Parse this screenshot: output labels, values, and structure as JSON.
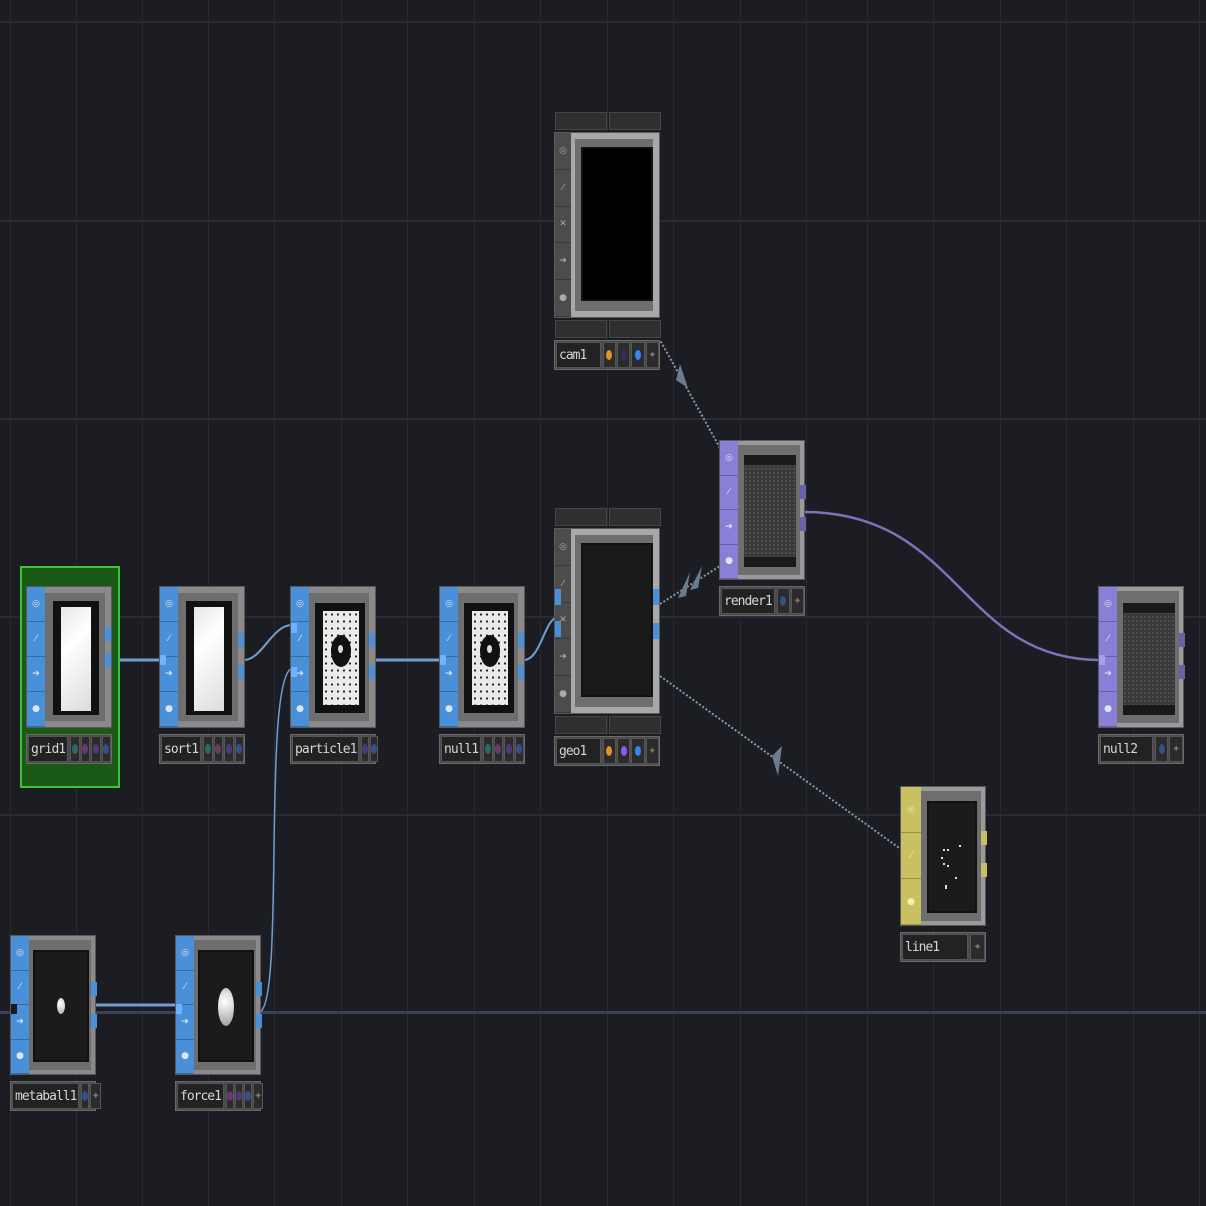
{
  "app": "TouchDesigner network editor",
  "colors": {
    "background": "#1c1d22",
    "grid": "#2a2b32",
    "sop_family": "#4a90d9",
    "top_family": "#8a7fd6",
    "chop_family": "#c9c062",
    "comp_family": "#8a8a8a",
    "selected_outline": "#2fb02f",
    "wire_sop": "#6f9fd0",
    "wire_top": "#7d72b8",
    "wire_reference": "#8090a0",
    "flag_orange": "#e0922a",
    "flag_purple": "#8a5cf0",
    "flag_blue": "#3a86f0"
  },
  "nodes": [
    {
      "id": "grid1",
      "label": "grid1",
      "family": "SOP",
      "selected": true,
      "preview": "white-plane"
    },
    {
      "id": "sort1",
      "label": "sort1",
      "family": "SOP",
      "selected": false,
      "preview": "white-plane"
    },
    {
      "id": "particle1",
      "label": "particle1",
      "family": "SOP",
      "selected": false,
      "preview": "noise-ring"
    },
    {
      "id": "null1",
      "label": "null1",
      "family": "SOP",
      "selected": false,
      "preview": "noise-ring"
    },
    {
      "id": "geo1",
      "label": "geo1",
      "family": "COMP",
      "selected": false,
      "preview": "dark"
    },
    {
      "id": "cam1",
      "label": "cam1",
      "family": "COMP",
      "selected": false,
      "preview": "black"
    },
    {
      "id": "render1",
      "label": "render1",
      "family": "TOP",
      "selected": false,
      "preview": "checker"
    },
    {
      "id": "null2",
      "label": "null2",
      "family": "TOP",
      "selected": false,
      "preview": "checker"
    },
    {
      "id": "line1",
      "label": "line1",
      "family": "CHOP",
      "selected": false,
      "preview": "dots"
    },
    {
      "id": "metaball1",
      "label": "metaball1",
      "family": "SOP",
      "selected": false,
      "preview": "small-sphere"
    },
    {
      "id": "force1",
      "label": "force1",
      "family": "SOP",
      "selected": false,
      "preview": "sphere"
    }
  ],
  "node_flags": {
    "sop": [
      "teal-dot",
      "magenta-dot",
      "purple-dot",
      "blue-dot",
      "plus-icon"
    ],
    "comp": [
      "orange-dot",
      "purple-dot",
      "blue-dot",
      "plus-icon"
    ],
    "top": [
      "blue-dot",
      "plus-icon"
    ],
    "chop": [
      "plus-icon"
    ]
  },
  "side_icons": {
    "sop": [
      "viewer-icon",
      "edit-icon",
      "export-icon",
      "lock-icon"
    ],
    "comp": [
      "viewer-icon",
      "edit-icon",
      "bypass-x-icon",
      "export-icon",
      "lock-icon"
    ],
    "top": [
      "viewer-icon",
      "edit-icon",
      "export-icon",
      "lock-icon"
    ],
    "chop": [
      "viewer-icon",
      "edit-icon",
      "lock-icon"
    ]
  },
  "connections": [
    {
      "from": "grid1",
      "to": "sort1",
      "type": "sop"
    },
    {
      "from": "sort1",
      "to": "particle1",
      "type": "sop"
    },
    {
      "from": "force1",
      "to": "particle1",
      "type": "sop"
    },
    {
      "from": "metaball1",
      "to": "force1",
      "type": "sop"
    },
    {
      "from": "particle1",
      "to": "null1",
      "type": "sop"
    },
    {
      "from": "null1",
      "to": "geo1",
      "type": "sop"
    },
    {
      "from": "render1",
      "to": "null2",
      "type": "top"
    },
    {
      "from": "render1",
      "to": "cam1",
      "type": "reference"
    },
    {
      "from": "geo1",
      "to": "render1",
      "type": "reference"
    },
    {
      "from": "line1",
      "to": "geo1",
      "type": "reference"
    }
  ],
  "glyphs": {
    "viewer": "◎",
    "edit": "⁄",
    "bypass": "✕",
    "export": "➔",
    "lock": "●",
    "plus": "✦"
  }
}
